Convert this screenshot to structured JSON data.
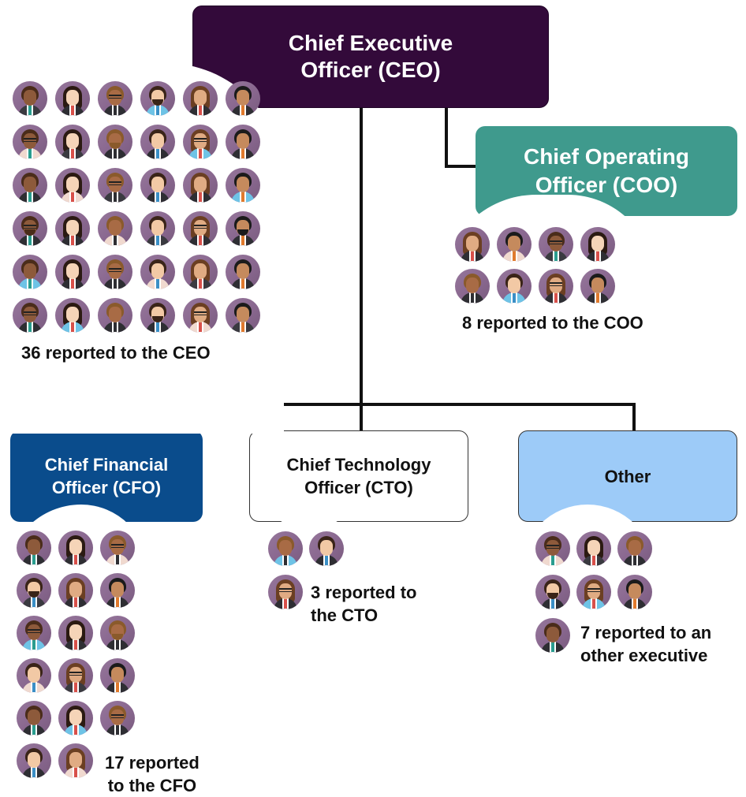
{
  "org_chart": {
    "ceo": {
      "label": "Chief Executive Officer (CEO)",
      "line1": "Chief Executive",
      "line2": "Officer (CEO)",
      "color": "#330a3a",
      "count": 36,
      "caption": "36 reported to the CEO"
    },
    "coo": {
      "label": "Chief Operating Officer (COO)",
      "line1": "Chief Operating",
      "line2": "Officer (COO)",
      "color": "#3f9a8d",
      "count": 8,
      "caption": "8 reported to the COO"
    },
    "cfo": {
      "label": "Chief Financial Officer (CFO)",
      "line1": "Chief Financial",
      "line2": "Officer (CFO)",
      "color": "#0a4c8c",
      "count": 17,
      "caption_line1": "17 reported",
      "caption_line2": "to the CFO"
    },
    "cto": {
      "label": "Chief Technology Officer (CTO)",
      "line1": "Chief Technology",
      "line2": "Officer (CTO)",
      "color": "#ffffff",
      "count": 3,
      "caption_line1": "3 reported to",
      "caption_line2": "the CTO"
    },
    "other": {
      "label": "Other",
      "color": "#9dcbf8",
      "count": 7,
      "caption_line1": "7 reported to an",
      "caption_line2": "other executive"
    }
  },
  "colors": {
    "avatar_background": "#8a6890",
    "connector": "#111111"
  },
  "icons": {
    "avatar": "person-avatar-icon"
  }
}
